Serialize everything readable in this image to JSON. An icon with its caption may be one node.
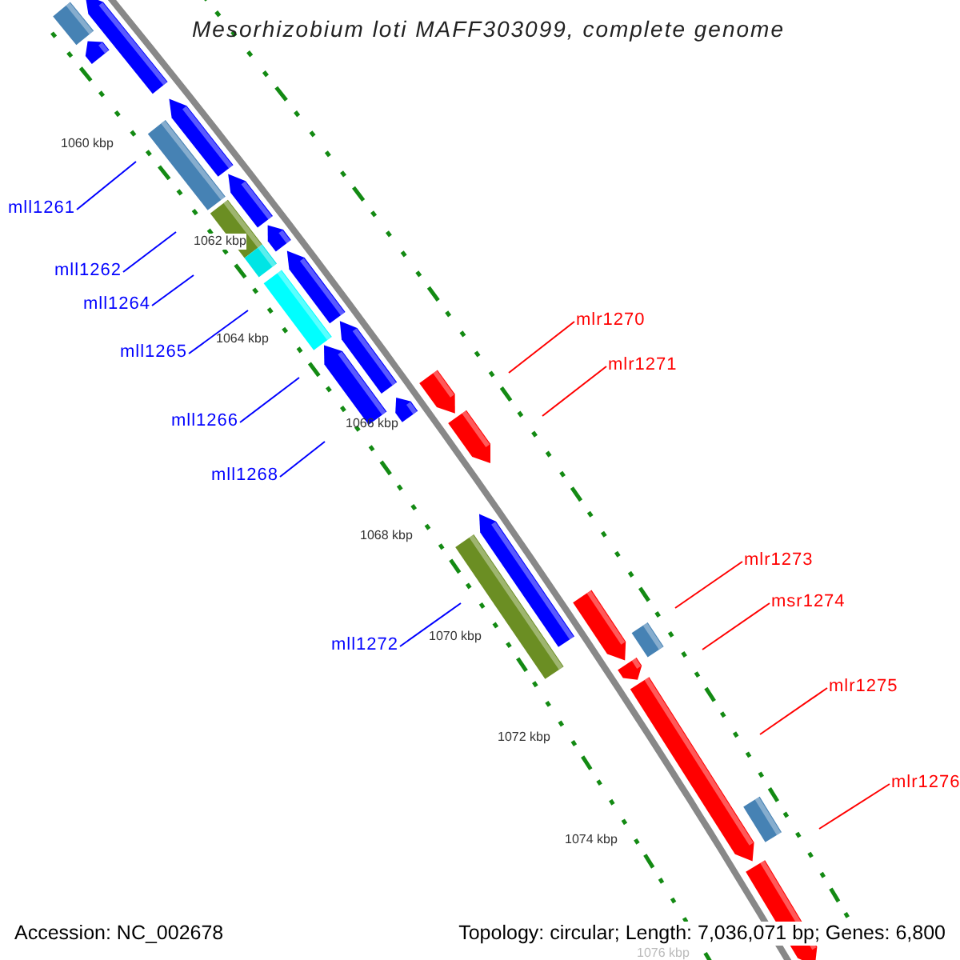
{
  "diagram": {
    "title": "Mesorhizobium loti MAFF303099, complete genome",
    "nodes": [
      {
        "text": [
          "mll1261"
        ]
      },
      {
        "text": [
          "mll1262"
        ]
      },
      {
        "text": [
          "mll1264"
        ]
      },
      {
        "text": [
          "mlr1270"
        ]
      },
      {
        "text": [
          "mll1265"
        ]
      },
      {
        "text": [
          "mlr1271"
        ]
      },
      {
        "text": [
          "mll1266"
        ]
      },
      {
        "text": [
          "mll1268"
        ]
      },
      {
        "text": [
          "mlr1273"
        ]
      },
      {
        "text": [
          "msr1274"
        ]
      },
      {
        "text": [
          "mll1272"
        ]
      },
      {
        "text": [
          "mlr1275"
        ]
      },
      {
        "text": [
          "mlr1276"
        ]
      }
    ],
    "edges": [
      {
        "from": 0,
        "to": null,
        "arrow": "none"
      },
      {
        "from": 1,
        "to": null,
        "arrow": "none"
      },
      {
        "from": 2,
        "to": null,
        "arrow": "none"
      },
      {
        "from": 3,
        "to": null,
        "arrow": "none",
        "color": "#ff0000"
      },
      {
        "from": 4,
        "to": null,
        "arrow": "none"
      },
      {
        "from": 5,
        "to": null,
        "arrow": "none",
        "color": "#ff0000"
      },
      {
        "from": 6,
        "to": null,
        "arrow": "none"
      },
      {
        "from": 7,
        "to": null,
        "arrow": "none"
      },
      {
        "from": 8,
        "to": null,
        "arrow": "none",
        "color": "#ff0000"
      },
      {
        "from": 9,
        "to": null,
        "arrow": "none",
        "color": "#ff0000"
      },
      {
        "from": 10,
        "to": null,
        "arrow": "none"
      },
      {
        "from": 11,
        "to": null,
        "arrow": "none",
        "color": "#ff0000"
      },
      {
        "from": 12,
        "to": null,
        "arrow": "none",
        "color": "#ff0000"
      }
    ],
    "labels": [
      "1060 kbp",
      "1062 kbp",
      "1064 kbp",
      "1066 kbp",
      "1068 kbp",
      "1070 kbp",
      "1072 kbp",
      "1074 kbp",
      "1076 kbp",
      "Accession: NC_002678",
      "Topology: circular; Length: 7,036,071 bp; Genes: 6,800"
    ]
  }
}
